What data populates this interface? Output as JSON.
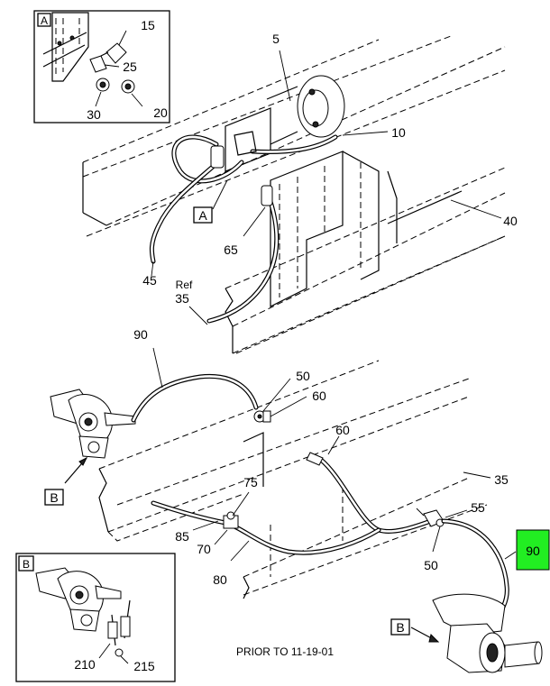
{
  "colors": {
    "highlight": "#22ee22",
    "line": "#000000",
    "background": "#ffffff"
  },
  "callouts": {
    "c15": "15",
    "c25": "25",
    "c30": "30",
    "c20": "20",
    "c5": "5",
    "c10": "10",
    "c40": "40",
    "c45": "45",
    "c65": "65",
    "ref": "Ref",
    "c35_ref": "35",
    "c90_top": "90",
    "c50_top": "50",
    "c60_top": "60",
    "c60_mid": "60",
    "c35": "35",
    "c75": "75",
    "c85": "85",
    "c70": "70",
    "c80": "80",
    "c55": "55",
    "c50_right": "50",
    "c90_highlight": "90",
    "c210": "210",
    "c215": "215"
  },
  "views": {
    "detail_a_tag": "A",
    "view_a_tag": "A",
    "detail_b_tag": "B",
    "view_b_left_tag": "B",
    "view_b_right_tag": "B"
  },
  "footer": {
    "note": "PRIOR TO 11-19-01"
  }
}
